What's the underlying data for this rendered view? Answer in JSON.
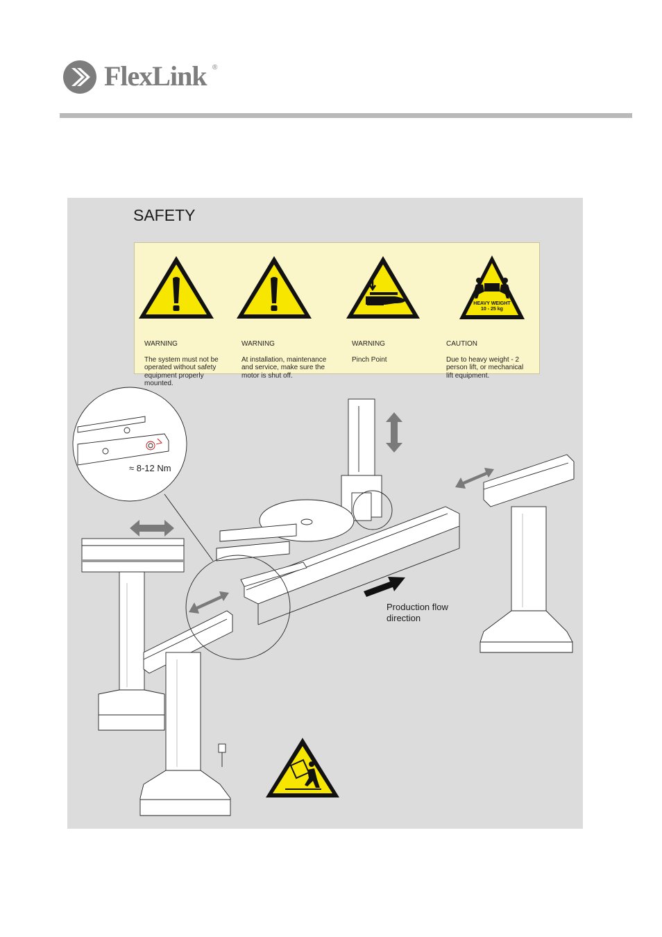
{
  "logo": {
    "name": "FlexLink",
    "registered": "®",
    "icon": "flexlink-chevron-logo"
  },
  "page": {
    "title": "SAFETY"
  },
  "signs": [
    {
      "heading": "WARNING",
      "text": "The system must not be\noperated without safety\nequipment properly\nmounted.",
      "icon": "exclamation-warning-icon"
    },
    {
      "heading": "WARNING",
      "text": "At installation, maintenance\nand service, make sure the\nmotor is shut off.",
      "icon": "exclamation-warning-icon"
    },
    {
      "heading": "WARNING",
      "text": "Pinch Point",
      "icon": "pinch-point-icon"
    },
    {
      "heading": "CAUTION",
      "text": "Due to heavy weight - 2\nperson lift, or mechanical\n lift equipment.",
      "icon": "heavy-weight-icon",
      "label_line1": "HEAVY WEIGHT",
      "label_line2": "10 - 25 kg"
    }
  ],
  "illustration": {
    "torque": "≈ 8-12 Nm",
    "flow_direction": "Production flow\ndirection",
    "bottom_icon": "tipping-hazard-icon"
  },
  "colors": {
    "sign_yellow": "#f7e600",
    "sign_black": "#111111",
    "panel_gray": "#dcdcdc",
    "arrow_gray": "#7a7a7a",
    "box_yellow": "#fbf6c9"
  }
}
